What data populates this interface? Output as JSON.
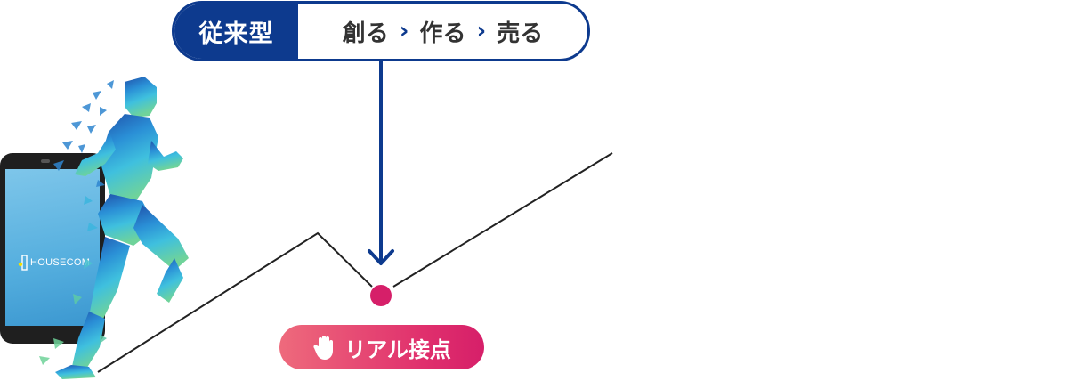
{
  "banner": {
    "type_label": "従来型",
    "steps": [
      "創る",
      "作る",
      "売る"
    ],
    "separator": "›"
  },
  "touchpoint": {
    "label": "リアル接点",
    "icon": "hand-icon"
  },
  "phone": {
    "brand": "HOUSECOM"
  },
  "colors": {
    "navy": "#0d3a8e",
    "pink": "#d61f69",
    "line": "#222222"
  }
}
